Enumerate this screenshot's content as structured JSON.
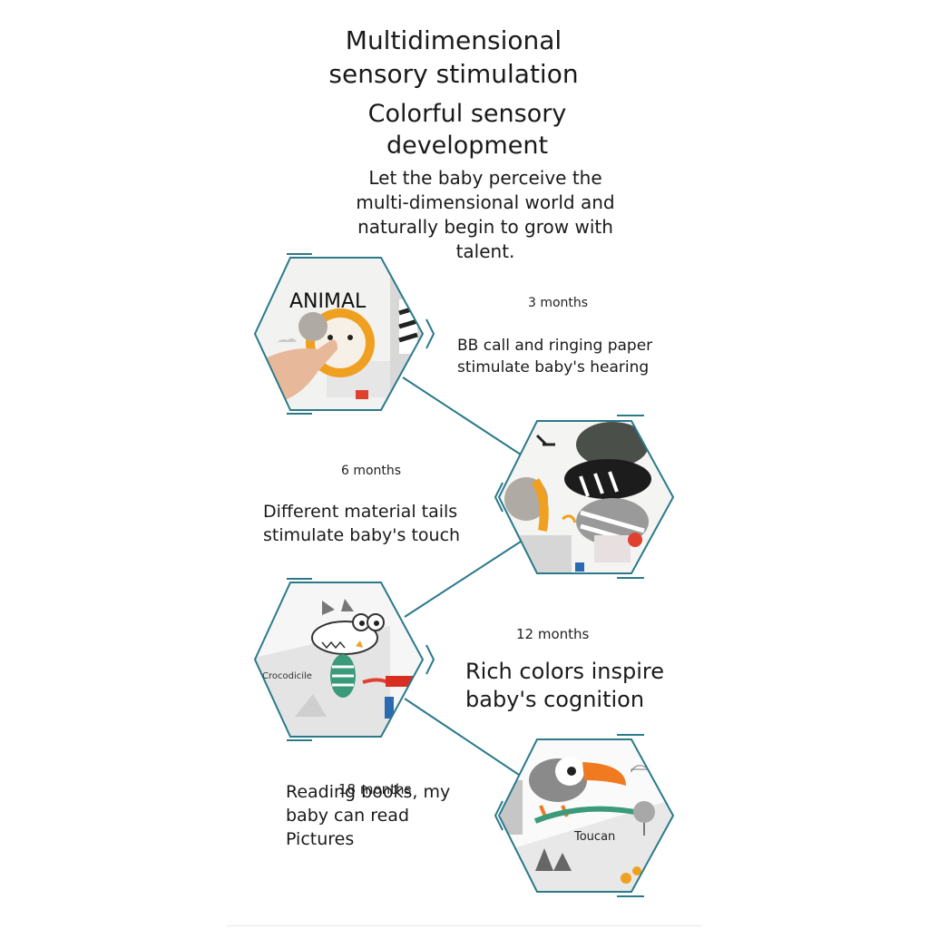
{
  "header": {
    "title_line1": "Multidimensional",
    "title_line2": "sensory stimulation",
    "subtitle_line1": "Colorful sensory",
    "subtitle_line2": "development",
    "intro_line1": "Let the baby perceive the",
    "intro_line2": "multi-dimensional world and",
    "intro_line3": "naturally begin to grow with",
    "intro_line4": "talent."
  },
  "stages": [
    {
      "age": "3 months",
      "line1": "BB call and ringing paper",
      "line2": "stimulate baby's hearing"
    },
    {
      "age": "6 months",
      "line1": "Different material tails",
      "line2": "stimulate baby's touch"
    },
    {
      "age": "12 months",
      "line1": "Rich colors inspire",
      "line2": "baby's cognition"
    },
    {
      "age": "18 months",
      "line1": "Reading books, my",
      "line2": "baby can read",
      "line3": "Pictures"
    }
  ],
  "images": {
    "animal_label": "ANIMAL",
    "crocodile_label": "Crocodicile",
    "toucan_label": "Toucan"
  },
  "colors": {
    "hex_border": "#2a7a8a",
    "accent_teal": "#3a9aaa",
    "lion_orange": "#f0a020",
    "toucan_beak": "#f07a20"
  }
}
